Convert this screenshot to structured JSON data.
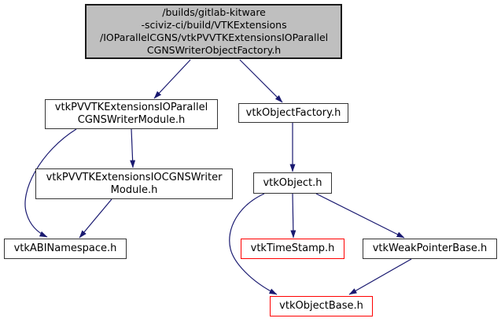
{
  "colors": {
    "edge_color": "#191970",
    "main_fill": "#bfbfbf",
    "node_fill": "#ffffff",
    "border_color": "#353535",
    "main_border_color": "#1a1a1a",
    "truncated_border_color": "#ff0000",
    "text_color": "#000000",
    "page_bg": "#ffffff"
  },
  "nodes": {
    "main": {
      "label": "/builds/gitlab-kitware\n-sciviz-ci/build/VTKExtensions\n/IOParallelCGNS/vtkPVVTKExtensionsIOParallel\nCGNSWriterObjectFactory.h",
      "type": "current"
    },
    "parallel_module": {
      "label": "vtkPVVTKExtensionsIOParallel\nCGNSWriterModule.h",
      "type": "normal"
    },
    "object_factory": {
      "label": "vtkObjectFactory.h",
      "type": "normal"
    },
    "iocgns_module": {
      "label": "vtkPVVTKExtensionsIOCGNSWriter\nModule.h",
      "type": "normal"
    },
    "object": {
      "label": "vtkObject.h",
      "type": "normal"
    },
    "abi_namespace": {
      "label": "vtkABINamespace.h",
      "type": "normal"
    },
    "time_stamp": {
      "label": "vtkTimeStamp.h",
      "type": "truncated"
    },
    "weak_pointer_base": {
      "label": "vtkWeakPointerBase.h",
      "type": "normal"
    },
    "object_base": {
      "label": "vtkObjectBase.h",
      "type": "truncated"
    }
  },
  "edges": [
    {
      "from": "main",
      "to": "parallel_module"
    },
    {
      "from": "main",
      "to": "object_factory"
    },
    {
      "from": "parallel_module",
      "to": "iocgns_module"
    },
    {
      "from": "parallel_module",
      "to": "abi_namespace"
    },
    {
      "from": "iocgns_module",
      "to": "abi_namespace"
    },
    {
      "from": "object_factory",
      "to": "object"
    },
    {
      "from": "object",
      "to": "time_stamp"
    },
    {
      "from": "object",
      "to": "weak_pointer_base"
    },
    {
      "from": "object",
      "to": "object_base"
    },
    {
      "from": "weak_pointer_base",
      "to": "object_base"
    }
  ]
}
